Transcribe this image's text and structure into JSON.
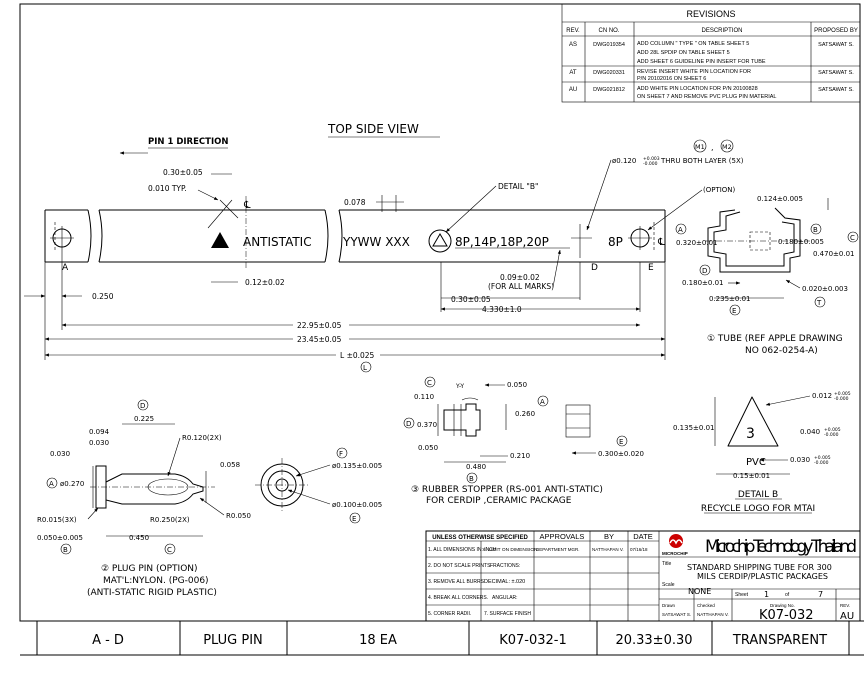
{
  "revisions": {
    "title": "REVISIONS",
    "headers": [
      "REV.",
      "CN NO.",
      "DESCRIPTION",
      "PROPOSED BY"
    ],
    "rows": [
      {
        "rev": "AS",
        "cn": "DWG019354",
        "desc": [
          "ADD COLUMN \" TYPE \" ON TABLE SHEET 5",
          "ADD 28L SPDIP ON TABLE SHEET 5",
          "ADD SHEET 6 GUIDELINE PIN INSERT FOR TUBE"
        ],
        "by": "SATSAWAT S."
      },
      {
        "rev": "AT",
        "cn": "DWG020331",
        "desc": [
          "REVISE INSERT WHITE PIN LOCATION FOR",
          "P/N 20102016 ON SHEET 6"
        ],
        "by": "SATSAWAT S."
      },
      {
        "rev": "AU",
        "cn": "DWG021812",
        "desc": [
          "ADD WHITE PIN LOCATION FOR  P/N 20100828",
          "ON SHEET 7 AND REMOVE PVC PLUG PIN MATERIAL"
        ],
        "by": "SATSAWAT S."
      }
    ]
  },
  "top_view": {
    "pin1": "PIN 1 DIRECTION",
    "title": "TOP SIDE VIEW",
    "antistatic": "ANTISTATIC",
    "yyww": "YYWW  XXX",
    "pins": "8P,14P,18P,20P",
    "pins_short": "8P",
    "label_a": "A",
    "label_d": "D",
    "label_e": "E",
    "detail_b": "DETAIL \"B\"",
    "cl": "℄",
    "dim_030": "0.30±0.05",
    "dim_010": "0.010 TYP.",
    "dim_078": "0.078",
    "dim_012": "0.12±0.02",
    "dim_009": "0.09±0.02",
    "dim_009b": "(FOR ALL MARKS)",
    "dim_030b": "0.30±0.05",
    "dim_4330": "4.330±1.0",
    "dim_0250": "0.250",
    "dim_2295": "22.95±0.05",
    "dim_2345": "23.45±0.05",
    "dim_l": "L ±0.025",
    "dim_l_ref": "L",
    "m1": "M1",
    "m2": "M2",
    "thru": "ø0.120+0.003/-0.000 THRU BOTH LAYER (5X)",
    "thru_pre": "ø0.120",
    "thru_post": "THRU BOTH LAYER (5X)",
    "option": "(OPTION)"
  },
  "tube": {
    "dim_0124": "0.124±0.005",
    "dim_0320": "0.320±0.01",
    "dim_0180": "0.180±0.005",
    "dim_0470": "0.470±0.01",
    "dim_0180b": "0.180±0.01",
    "dim_0235": "0.235±0.01",
    "dim_0020": "0.020±0.003",
    "ref_a": "A",
    "ref_b": "B",
    "ref_c": "C",
    "ref_d": "D",
    "ref_e": "E",
    "ref_t": "T",
    "caption1": "① TUBE (REF APPLE DRAWING",
    "caption2": "NO 062-0254-A)"
  },
  "stopper": {
    "dim_0110": "0.110",
    "dim_0050": "0.050",
    "dim_0260": "0.260",
    "dim_0370": "0.370",
    "dim_0050b": "0.050",
    "dim_0210": "0.210",
    "dim_0480": "0.480",
    "dim_0300": "0.300±0.020",
    "ref_c": "C",
    "ref_a": "A",
    "ref_d": "D",
    "ref_b": "B",
    "ref_e": "E",
    "section": "Y-Y",
    "caption1": "③ RUBBER STOPPER (RS-001 ANTI-STATIC)",
    "caption2": "FOR CERDIP ,CERAMIC PACKAGE"
  },
  "recycle": {
    "dim_0012": "0.012+0.005/-0.000",
    "dim_0135": "0.135±0.01",
    "dim_0040": "0.040+0.005/-0.000",
    "dim_0030": "0.030+0.005/-0.000",
    "dim_015": "0.15±0.01",
    "number": "3",
    "material": "PVC",
    "caption1": "DETAIL B",
    "caption2": "RECYCLE LOGO FOR MTAI"
  },
  "plug": {
    "dim_0094": "0.094",
    "dim_0225": "0.225",
    "dim_0030": "0.030",
    "dim_0030b": "0.030",
    "dim_r0120": "R0.120(2X)",
    "dim_0058": "0.058",
    "dim_0270": "ø0.270",
    "dim_r0015": "R0.015(3X)",
    "dim_r0250": "R0.250(2X)",
    "dim_r0050": "R0.050",
    "dim_0050": "0.050±0.005",
    "dim_0450": "0.450",
    "dim_0135": "ø0.135±0.005",
    "dim_0100": "ø0.100±0.005",
    "ref_d": "D",
    "ref_a": "A",
    "ref_b": "B",
    "ref_c": "C",
    "ref_f": "F",
    "ref_e": "E",
    "caption1": "② PLUG PIN (OPTION)",
    "caption2": "MAT'L:NYLON. (PG-006)",
    "caption3": "(ANTI-STATIC RIGID PLASTIC)"
  },
  "title_block": {
    "unless": "UNLESS OTHERWISE SPECIFIED",
    "approvals": "APPROVALS",
    "by": "BY",
    "date": "DATE",
    "notes": [
      "1. ALL DIMENSIONS IN: INCH",
      "2. DO NOT SCALE PRINTS",
      "3. REMOVE ALL BURRS",
      "4. BREAK ALL CORNERS.",
      "5. CORNER RADII."
    ],
    "limits": [
      "6. LIMIT ON DIMENSION.",
      "FRACTIONS:",
      "DECIMAL: ±.020",
      "ANGULAR:",
      "7. SURFACE FINISH"
    ],
    "dept": "DEPARTMENT MGR.",
    "approver": "NATTHAPAN V.",
    "approve_date": "07/16/18",
    "company": "Microchip Technology Thailand",
    "logo": "MICROCHIP",
    "title_label": "Title",
    "title1": "STANDARD SHIPPING TUBE FOR 300",
    "title2": "MILS CERDIP/PLASTIC PACKAGES",
    "scale_label": "Scale",
    "scale": "NONE",
    "sheet_label": "Sheet",
    "sheet": "1",
    "of": "of",
    "sheets": "7",
    "drawn_label": "Drawn",
    "checked_label": "Checked",
    "drawing_no_label": "Drawing No.",
    "rev_label": "REV.",
    "drawn_by": "SATSAWAT S.",
    "checked_by": "NATTHAPAN V.",
    "drawing_no": "K07-032",
    "rev": "AU"
  },
  "parts_row": {
    "cells": [
      "A - D",
      "PLUG PIN",
      "18 EA",
      "K07-032-1",
      "20.33±0.30",
      "TRANSPARENT"
    ]
  }
}
